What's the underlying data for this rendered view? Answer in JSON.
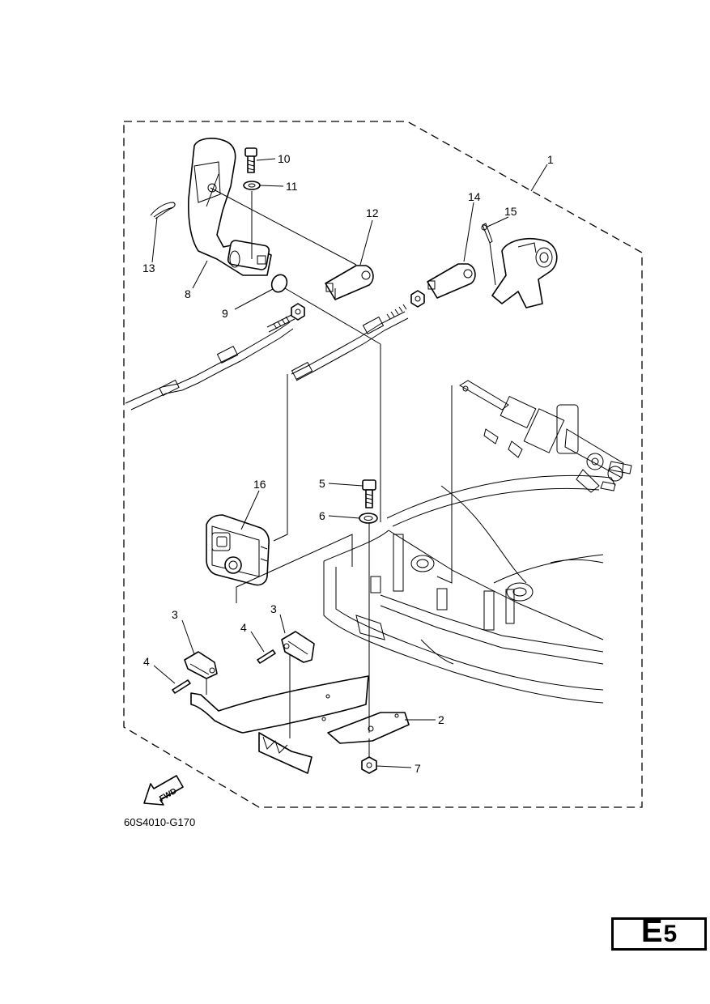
{
  "diagram": {
    "drawing_code": "60S4010-G170",
    "page_badge": {
      "letter": "E",
      "number": "5"
    },
    "fwd_label": "FWD",
    "callouts": [
      "1",
      "2",
      "3",
      "3",
      "4",
      "4",
      "5",
      "6",
      "7",
      "8",
      "9",
      "10",
      "11",
      "12",
      "13",
      "14",
      "15",
      "16"
    ]
  }
}
